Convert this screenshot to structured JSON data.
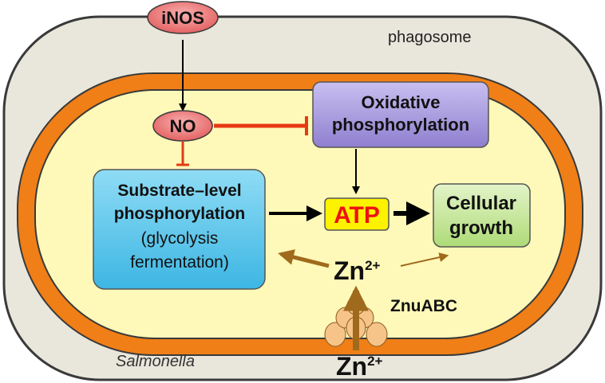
{
  "labels": {
    "inos": "iNOS",
    "phagosome": "phagosome",
    "no": "NO",
    "oxidative_line1": "Oxidative",
    "oxidative_line2": "phosphorylation",
    "substrate_line1": "Substrate–level",
    "substrate_line2": "phosphorylation",
    "substrate_line3": "(glycolysis",
    "substrate_line4": "fermentation)",
    "atp": "ATP",
    "growth_line1": "Cellular",
    "growth_line2": "growth",
    "zn_inner": "Zn",
    "zn_inner_sup": "2+",
    "transporter": "ZnuABC",
    "salmonella": "Salmonella",
    "zn_outer": "Zn",
    "zn_outer_sup": "2+"
  },
  "colors": {
    "phagosome_fill": "#e9e7dc",
    "cell_wall": "#f07f17",
    "cytoplasm": "#fef9b9",
    "enzyme_fill": "#ef7e7e",
    "oxidative_fill": "#a99bd9",
    "substrate_fill": "#5bc8eb",
    "atp_fill": "#fdf200",
    "atp_text": "#ee1111",
    "growth_fill": "#c4e79a",
    "inhibition": "#e63a14",
    "zinc_arrow": "#a06a1c",
    "transporter": "#f6c489"
  }
}
